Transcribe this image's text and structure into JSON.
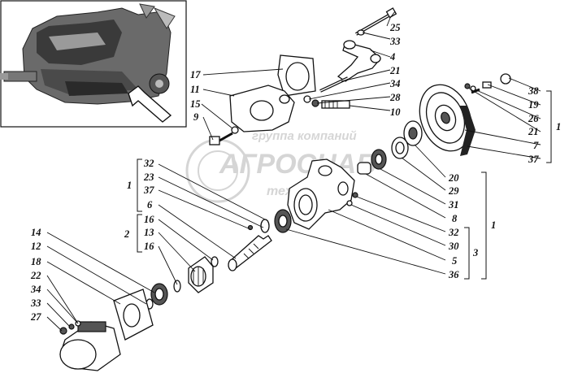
{
  "watermark": {
    "line1": "группа компаний",
    "line2": "АГРОСНАБ",
    "line3": "техсервис"
  },
  "labels": {
    "l25": "25",
    "l33a": "33",
    "l4": "4",
    "l21a": "21",
    "l34a": "34",
    "l28": "28",
    "l10": "10",
    "l17": "17",
    "l11": "11",
    "l15": "15",
    "l9": "9",
    "l38": "38",
    "l19": "19",
    "l26": "26",
    "l21b": "21",
    "l7": "7",
    "l37a": "37",
    "l1a": "1",
    "l20": "20",
    "l29": "29",
    "l31": "31",
    "l8": "8",
    "l32a": "32",
    "l30": "30",
    "l5": "5",
    "l36": "36",
    "l3": "3",
    "l1b": "1",
    "l32b": "32",
    "l23": "23",
    "l37b": "37",
    "l6": "6",
    "l1c": "1",
    "l16a": "16",
    "l13": "13",
    "l16b": "16",
    "l2": "2",
    "l14": "14",
    "l12": "12",
    "l18": "18",
    "l22": "22",
    "l34b": "34",
    "l33b": "33",
    "l27": "27"
  }
}
